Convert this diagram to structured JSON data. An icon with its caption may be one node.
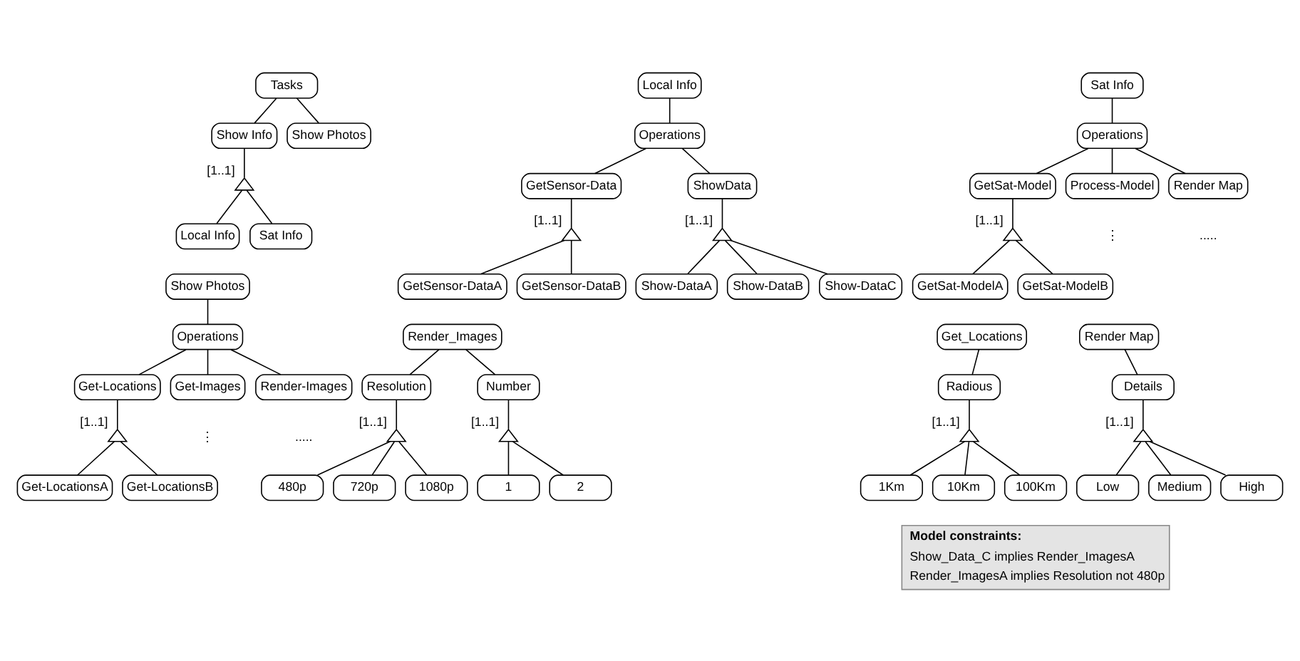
{
  "diagram": {
    "nodes": [
      {
        "text": [
          "Tasks"
        ]
      },
      {
        "text": [
          "Show Info"
        ]
      },
      {
        "text": [
          "Show Photos"
        ]
      },
      {
        "text": [],
        "shape": "triangle",
        "beside": [
          "[1..1]"
        ]
      },
      {
        "text": [
          "Local Info"
        ]
      },
      {
        "text": [
          "Sat Info"
        ]
      },
      {
        "text": [
          "Local Info"
        ]
      },
      {
        "text": [
          "Operations"
        ]
      },
      {
        "text": [
          "GetSensor-Data"
        ]
      },
      {
        "text": [
          "ShowData"
        ]
      },
      {
        "text": [],
        "shape": "triangle",
        "beside": [
          "[1..1]"
        ]
      },
      {
        "text": [
          "GetSensor-DataA"
        ]
      },
      {
        "text": [
          "GetSensor-DataB"
        ]
      },
      {
        "text": [],
        "shape": "triangle",
        "beside": [
          "[1..1]"
        ]
      },
      {
        "text": [
          "Show-DataA"
        ]
      },
      {
        "text": [
          "Show-DataB"
        ]
      },
      {
        "text": [
          "Show-DataC"
        ]
      },
      {
        "text": [
          "Sat Info"
        ]
      },
      {
        "text": [
          "Operations"
        ]
      },
      {
        "text": [
          "GetSat-Model"
        ]
      },
      {
        "text": [
          "Process-Model"
        ]
      },
      {
        "text": [
          "Render Map"
        ]
      },
      {
        "text": [],
        "shape": "triangle",
        "beside": [
          "[1..1]"
        ]
      },
      {
        "text": [
          "GetSat-ModelA"
        ]
      },
      {
        "text": [
          "GetSat-ModelB"
        ]
      },
      {
        "text": [
          "Show Photos"
        ]
      },
      {
        "text": [
          "Operations"
        ]
      },
      {
        "text": [
          "Get-Locations"
        ]
      },
      {
        "text": [
          "Get-Images"
        ]
      },
      {
        "text": [
          "Render-Images"
        ]
      },
      {
        "text": [],
        "shape": "triangle",
        "beside": [
          "[1..1]"
        ]
      },
      {
        "text": [
          "Get-LocationsA"
        ]
      },
      {
        "text": [
          "Get-LocationsB"
        ]
      },
      {
        "text": [
          "Render_Images"
        ]
      },
      {
        "text": [
          "Resolution"
        ]
      },
      {
        "text": [
          "Number"
        ]
      },
      {
        "text": [],
        "shape": "triangle",
        "beside": [
          "[1..1]"
        ]
      },
      {
        "text": [
          "480p"
        ]
      },
      {
        "text": [
          "720p"
        ]
      },
      {
        "text": [
          "1080p"
        ]
      },
      {
        "text": [],
        "shape": "triangle",
        "beside": [
          "[1..1]"
        ]
      },
      {
        "text": [
          "1"
        ]
      },
      {
        "text": [
          "2"
        ]
      },
      {
        "text": [
          "Get_Locations"
        ]
      },
      {
        "text": [
          "Radious"
        ]
      },
      {
        "text": [],
        "shape": "triangle",
        "beside": [
          "[1..1]"
        ]
      },
      {
        "text": [
          "1Km"
        ]
      },
      {
        "text": [
          "10Km"
        ]
      },
      {
        "text": [
          "100Km"
        ]
      },
      {
        "text": [
          "Render Map"
        ]
      },
      {
        "text": [
          "Details"
        ]
      },
      {
        "text": [],
        "shape": "triangle",
        "beside": [
          "[1..1]"
        ]
      },
      {
        "text": [
          "Low"
        ]
      },
      {
        "text": [
          "Medium"
        ]
      },
      {
        "text": [
          "High"
        ]
      },
      {
        "text": [
          "Model constraints:",
          "Show_Data_C implies Render_ImagesA",
          "Render_ImagesA implies Resolution not 480p"
        ]
      }
    ],
    "edges": [
      {
        "from": 0,
        "to": 1,
        "arrow": "none"
      },
      {
        "from": 0,
        "to": 2,
        "arrow": "none"
      },
      {
        "from": 1,
        "to": 3,
        "arrow": "none"
      },
      {
        "from": 3,
        "to": 4,
        "arrow": "none"
      },
      {
        "from": 3,
        "to": 5,
        "arrow": "none"
      },
      {
        "from": 6,
        "to": 7,
        "arrow": "none"
      },
      {
        "from": 7,
        "to": 8,
        "arrow": "none"
      },
      {
        "from": 7,
        "to": 9,
        "arrow": "none"
      },
      {
        "from": 8,
        "to": 10,
        "arrow": "none"
      },
      {
        "from": 10,
        "to": 11,
        "arrow": "none"
      },
      {
        "from": 10,
        "to": 12,
        "arrow": "none"
      },
      {
        "from": 9,
        "to": 13,
        "arrow": "none"
      },
      {
        "from": 13,
        "to": 14,
        "arrow": "none"
      },
      {
        "from": 13,
        "to": 15,
        "arrow": "none"
      },
      {
        "from": 13,
        "to": 16,
        "arrow": "none"
      },
      {
        "from": 17,
        "to": 18,
        "arrow": "none"
      },
      {
        "from": 18,
        "to": 19,
        "arrow": "none"
      },
      {
        "from": 18,
        "to": 20,
        "arrow": "none"
      },
      {
        "from": 18,
        "to": 21,
        "arrow": "none"
      },
      {
        "from": 19,
        "to": 22,
        "arrow": "none"
      },
      {
        "from": 22,
        "to": 23,
        "arrow": "none"
      },
      {
        "from": 22,
        "to": 24,
        "arrow": "none"
      },
      {
        "from": 25,
        "to": 26,
        "arrow": "none"
      },
      {
        "from": 26,
        "to": 27,
        "arrow": "none"
      },
      {
        "from": 26,
        "to": 28,
        "arrow": "none"
      },
      {
        "from": 26,
        "to": 29,
        "arrow": "none"
      },
      {
        "from": 27,
        "to": 30,
        "arrow": "none"
      },
      {
        "from": 30,
        "to": 31,
        "arrow": "none"
      },
      {
        "from": 30,
        "to": 32,
        "arrow": "none"
      },
      {
        "from": 33,
        "to": 34,
        "arrow": "none"
      },
      {
        "from": 33,
        "to": 35,
        "arrow": "none"
      },
      {
        "from": 34,
        "to": 36,
        "arrow": "none"
      },
      {
        "from": 36,
        "to": 37,
        "arrow": "none"
      },
      {
        "from": 36,
        "to": 38,
        "arrow": "none"
      },
      {
        "from": 36,
        "to": 39,
        "arrow": "none"
      },
      {
        "from": 35,
        "to": 40,
        "arrow": "none"
      },
      {
        "from": 40,
        "to": 41,
        "arrow": "none"
      },
      {
        "from": 40,
        "to": 42,
        "arrow": "none"
      },
      {
        "from": 43,
        "to": 44,
        "arrow": "none"
      },
      {
        "from": 44,
        "to": 45,
        "arrow": "none"
      },
      {
        "from": 45,
        "to": 46,
        "arrow": "none"
      },
      {
        "from": 45,
        "to": 47,
        "arrow": "none"
      },
      {
        "from": 45,
        "to": 48,
        "arrow": "none"
      },
      {
        "from": 49,
        "to": 50,
        "arrow": "none"
      },
      {
        "from": 50,
        "to": 51,
        "arrow": "none"
      },
      {
        "from": 51,
        "to": 52,
        "arrow": "none"
      },
      {
        "from": 51,
        "to": 53,
        "arrow": "none"
      },
      {
        "from": 51,
        "to": 54,
        "arrow": "none"
      }
    ],
    "labels": [
      "⋮",
      ".....",
      "⋮",
      "....."
    ]
  }
}
